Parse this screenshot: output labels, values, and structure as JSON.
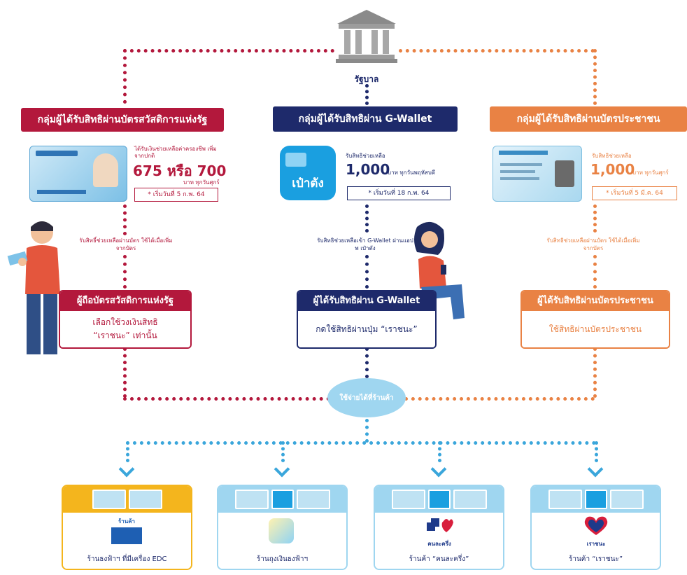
{
  "center": {
    "government_label": "รัฐบาล",
    "hub_label": "ใช้จ่ายได้ที่ร้านค้า"
  },
  "group_welfare": {
    "header": "กลุ่มผู้ได้รับสิทธิผ่านบัตรสวัสดิการแห่งรัฐ",
    "info_small": "ได้รับเงินช่วยเหลือค่าครองชีพ เพิ่มจากปกติ",
    "amount": "675 หรือ 700",
    "amount_unit": "บาท ทุกวันศุกร์",
    "start": "* เริ่มวันที่ 5 ก.พ. 64",
    "note": "รับสิทธิ์ช่วยเหลือผ่านบัตร ใช้ได้เมื่อเพิ่มจากบัตร",
    "box_title": "ผู้ถือบัตรสวัสดิการแห่งรัฐ",
    "box_body_1": "เลือกใช้วงเงินสิทธิ",
    "box_body_2": "“เราชนะ” เท่านั้น"
  },
  "group_gwallet": {
    "header": "กลุ่มผู้ได้รับสิทธิผ่าน G-Wallet",
    "app_label": "เป๋าตัง",
    "info_small": "รับสิทธิช่วยเหลือ",
    "amount": "1,000",
    "amount_unit": "บาท ทุกวันพฤหัสบดี",
    "start": "* เริ่มวันที่ 18 ก.พ. 64",
    "note": "รับสิทธิช่วยเหลือเข้า G-Wallet ผ่านแอปพ เป๋าตัง",
    "box_title": "ผู้ได้รับสิทธิผ่าน G-Wallet",
    "box_body_1": "กดใช้สิทธิผ่านปุ่ม “เราชนะ”"
  },
  "group_idcard": {
    "header": "กลุ่มผู้ได้รับสิทธิผ่านบัตรประชาชน",
    "info_small": "รับสิทธิช่วยเหลือ",
    "amount": "1,000",
    "amount_unit": "บาท ทุกวันศุกร์",
    "start": "* เริ่มวันที่ 5 มี.ค. 64",
    "note": "รับสิทธิช่วยเหลือผ่านบัตร ใช้ได้เมื่อเพิ่มจากบัตร",
    "box_title": "ผู้ได้รับสิทธิผ่านบัตรประชาชน",
    "box_body_1": "ใช้สิทธิผ่านบัตรประชาชน"
  },
  "shops": [
    {
      "label": "ร้านธงฟ้าฯ ที่มีเครื่อง EDC",
      "logo_text": "ร้านค้า"
    },
    {
      "label": "ร้านถุงเงินธงฟ้าฯ",
      "logo_text": ""
    },
    {
      "label": "ร้านค้า “คนละครึ่ง”",
      "logo_text": "คนละครึ่ง"
    },
    {
      "label": "ร้านค้า “เราชนะ”",
      "logo_text": "เราชนะ"
    }
  ],
  "colors": {
    "red": "#b3183c",
    "navy": "#1e2a6b",
    "orange": "#e98244",
    "blue": "#3aa6db",
    "gold": "#f4b51d",
    "lightblue": "#9fd6f0"
  }
}
